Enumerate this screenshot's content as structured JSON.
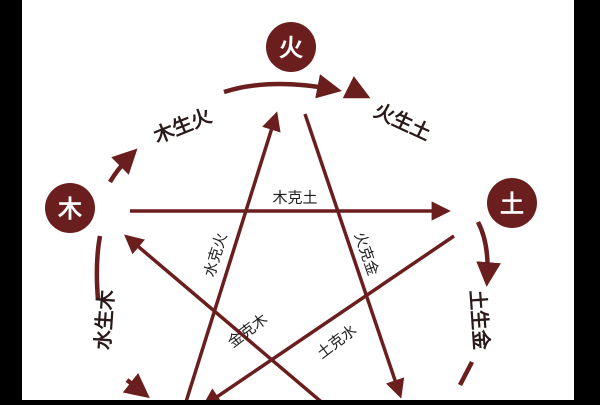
{
  "colors": {
    "maroon": "#6b1e1e",
    "node_text": "#ffffff",
    "page": "#ffffff",
    "side_bars": "#000000"
  },
  "elements": {
    "fire": "火",
    "wood": "木",
    "earth": "土"
  },
  "generating": {
    "wood_fire": "木生火",
    "fire_earth": "火生土",
    "water_wood": "水生木",
    "earth_metal": "土生金"
  },
  "controlling": {
    "wood_earth": "木克土",
    "water_fire": "水克火",
    "fire_metal": "火克金",
    "metal_wood": "金克木",
    "earth_water": "土克水"
  }
}
